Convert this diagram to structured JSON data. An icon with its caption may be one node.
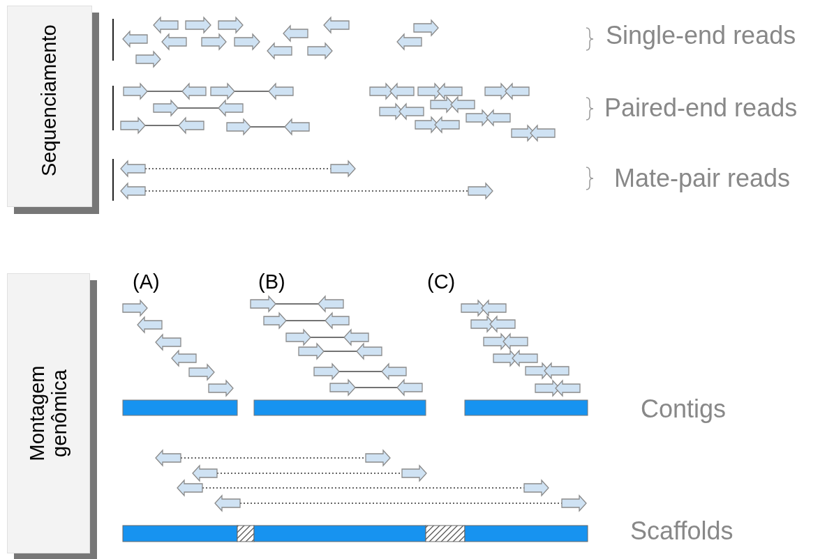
{
  "diagram": {
    "nodes": [
      {
        "text": [
          "Sequenciamento"
        ]
      },
      {
        "text": [
          "Montagem genômica"
        ]
      }
    ],
    "labels": [
      "Single-end reads",
      "Paired-end reads",
      "Mate-pair reads",
      "(A)",
      "(B)",
      "(C)",
      "Contigs",
      "Scaffolds"
    ]
  }
}
